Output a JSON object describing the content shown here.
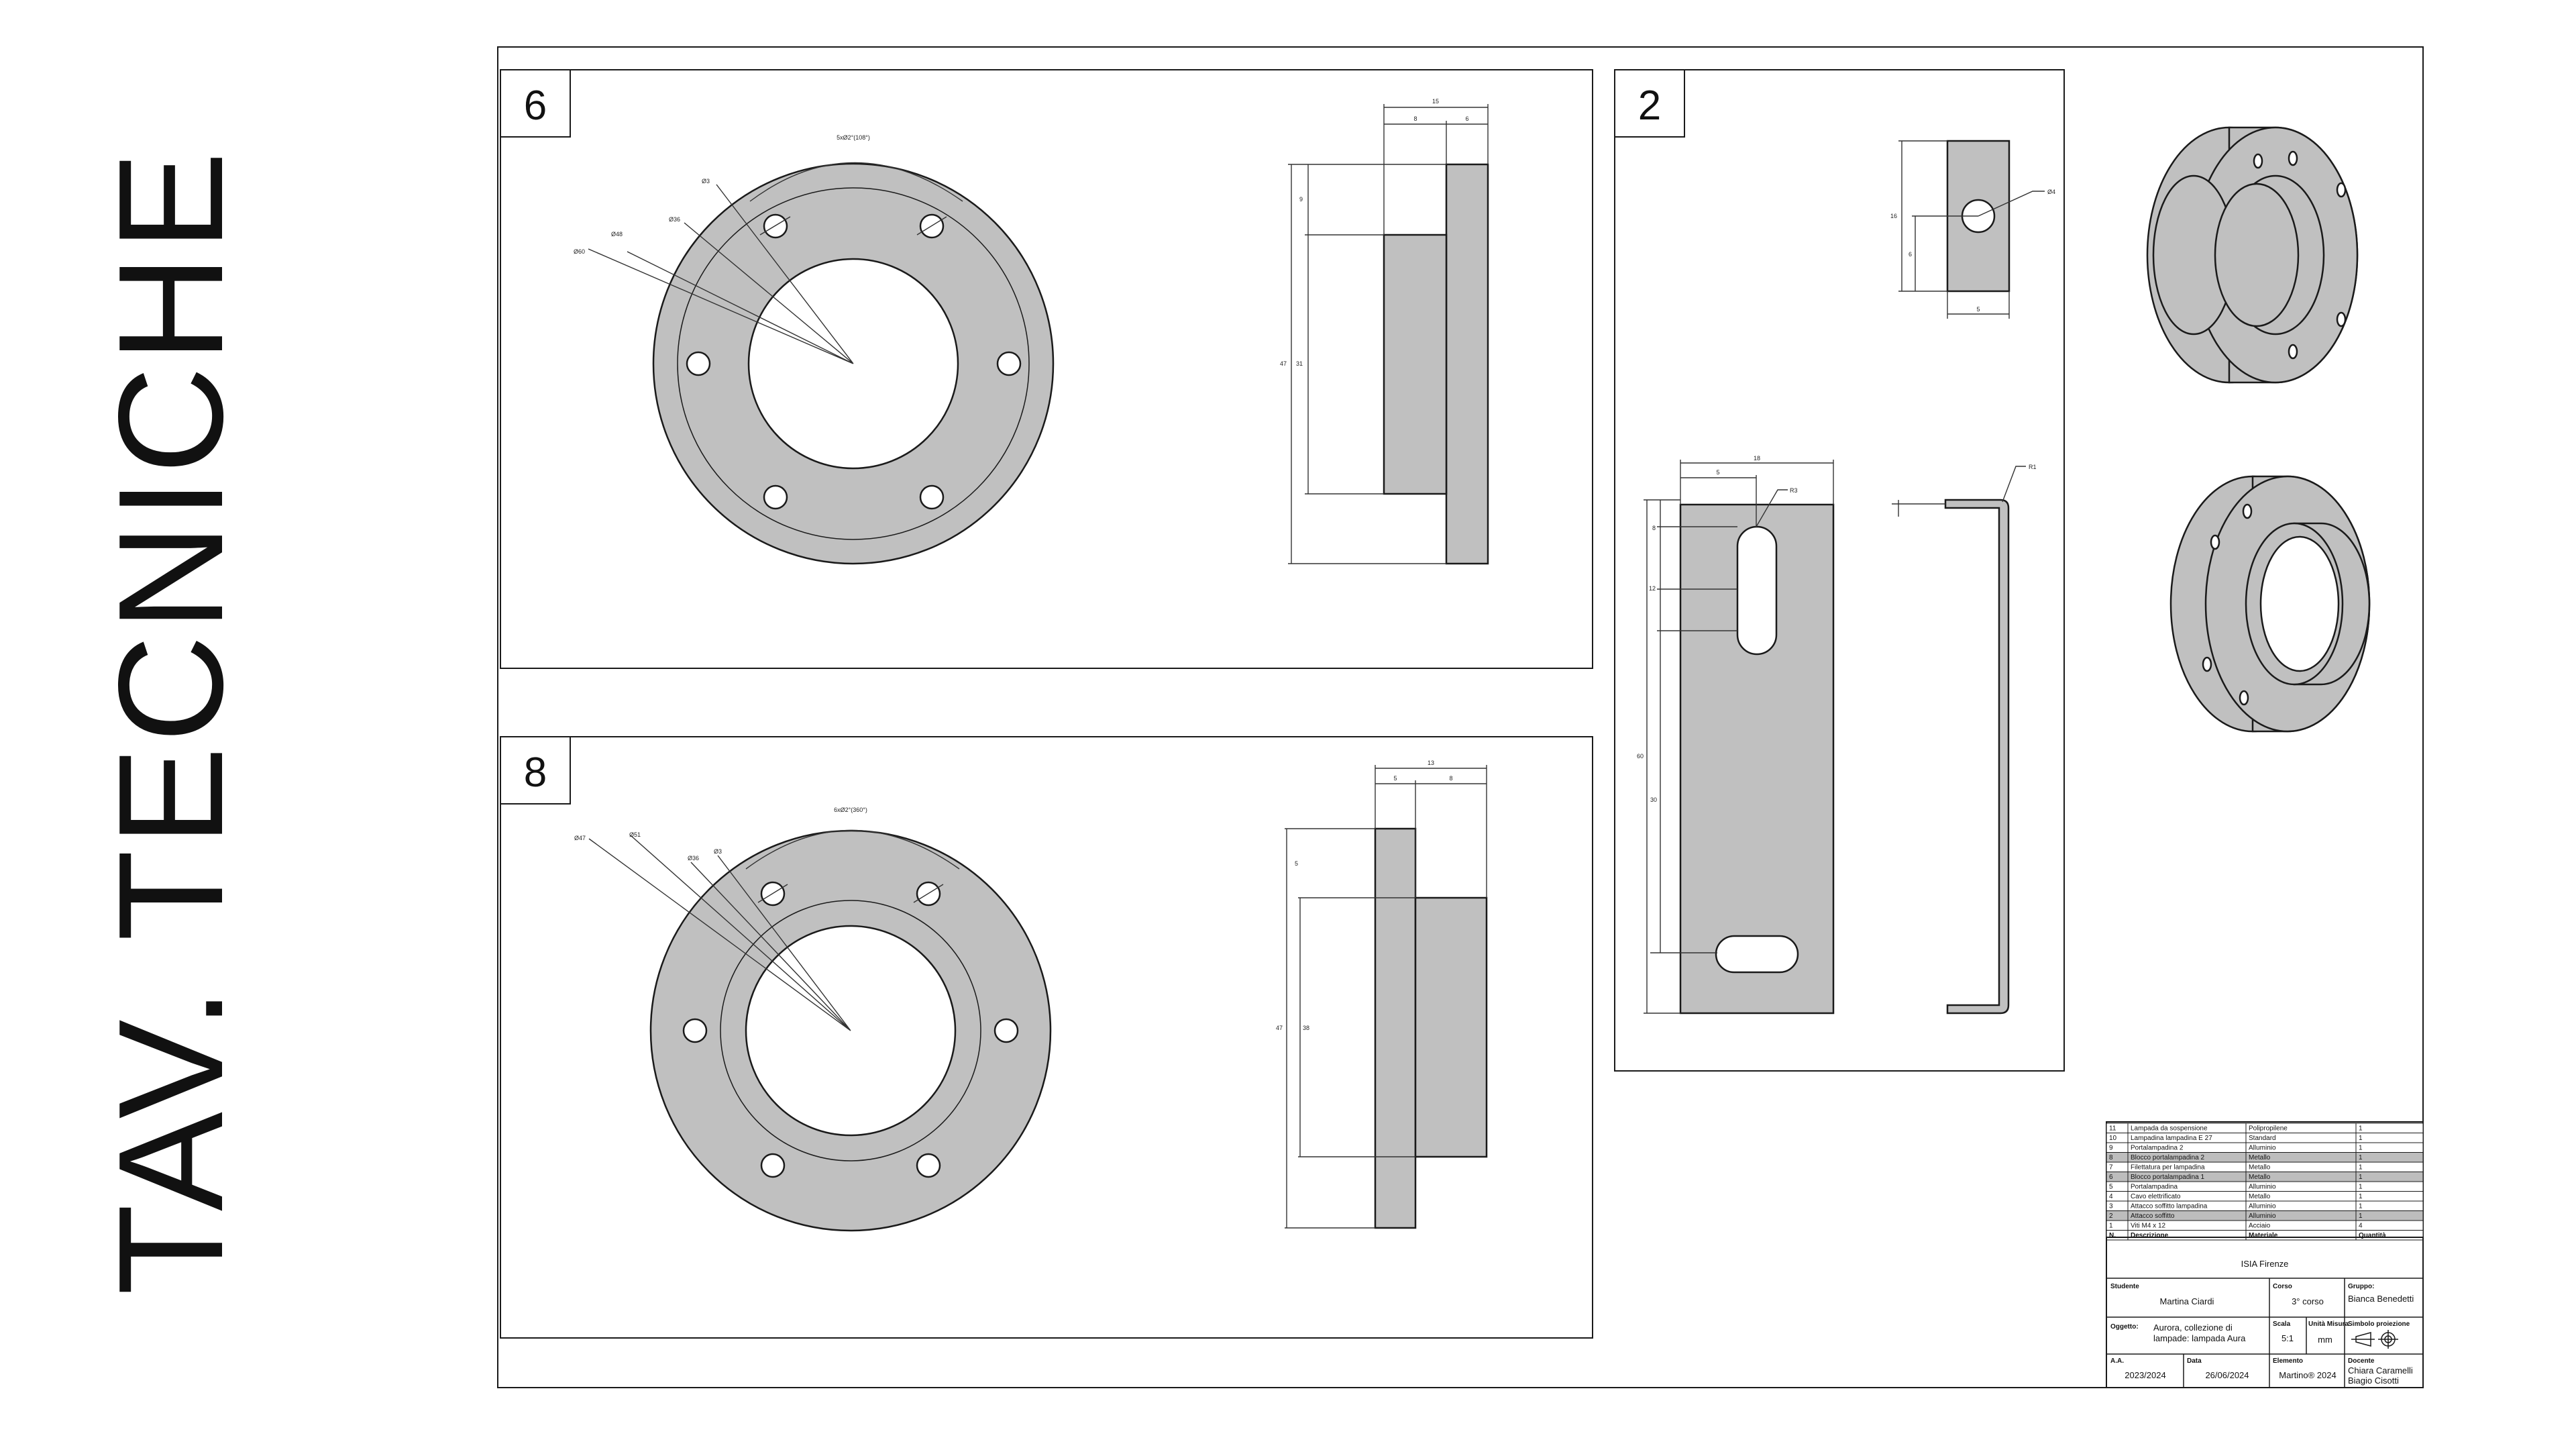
{
  "page_title": "TAV. TECNICHE",
  "panels": {
    "p6": {
      "number": "6"
    },
    "p8": {
      "number": "8"
    },
    "p2": {
      "number": "2"
    }
  },
  "colors": {
    "part_fill": "#c0c0c0",
    "line": "#1a1a1a",
    "dim_line": "#333333",
    "highlight_row": "#bdbdbd"
  },
  "dims": {
    "p6_front": {
      "pattern": "5xØ2°(108°)",
      "d1": "Ø3",
      "d2": "Ø36",
      "d3": "Ø48",
      "d4": "Ø60"
    },
    "p6_side": {
      "total": "15",
      "a": "8",
      "b": "6",
      "h1": "9",
      "h2": "31",
      "htot": "47"
    },
    "p8_front": {
      "pattern": "6xØ2°(360°)",
      "d1": "Ø47",
      "d2": "Ø51",
      "d3": "Ø36",
      "d4": "Ø3"
    },
    "p8_side": {
      "total": "13",
      "a": "5",
      "b": "8",
      "h1": "5",
      "h2": "38",
      "htot": "47"
    },
    "p2_block": {
      "hole": "Ø4",
      "h": "16",
      "h2": "6",
      "w": "5"
    },
    "p2_bracket": {
      "w": "18",
      "a": "5",
      "slot": "R3",
      "h1": "8",
      "h2": "12",
      "h3": "30",
      "htot": "60",
      "bend": "R1"
    }
  },
  "bom": {
    "rows": [
      {
        "n": "11",
        "desc": "Lampada da sospensione",
        "mat": "Polipropilene",
        "qty": "1",
        "hl": false
      },
      {
        "n": "10",
        "desc": "Lampadina lampadina E 27",
        "mat": "Standard",
        "qty": "1",
        "hl": false
      },
      {
        "n": "9",
        "desc": "Portalampadina 2",
        "mat": "Alluminio",
        "qty": "1",
        "hl": false
      },
      {
        "n": "8",
        "desc": "Blocco portalampadina 2",
        "mat": "Metallo",
        "qty": "1",
        "hl": true
      },
      {
        "n": "7",
        "desc": "Filettatura per lampadina",
        "mat": "Metallo",
        "qty": "1",
        "hl": false
      },
      {
        "n": "6",
        "desc": "Blocco portalampadina 1",
        "mat": "Metallo",
        "qty": "1",
        "hl": true
      },
      {
        "n": "5",
        "desc": "Portalampadina",
        "mat": "Alluminio",
        "qty": "1",
        "hl": false
      },
      {
        "n": "4",
        "desc": "Cavo elettrificato",
        "mat": "Metallo",
        "qty": "1",
        "hl": false
      },
      {
        "n": "3",
        "desc": "Attacco soffitto lampadina",
        "mat": "Alluminio",
        "qty": "1",
        "hl": false
      },
      {
        "n": "2",
        "desc": "Attacco soffitto",
        "mat": "Alluminio",
        "qty": "1",
        "hl": true
      },
      {
        "n": "1",
        "desc": "Viti M4 x 12",
        "mat": "Acciaio",
        "qty": "4",
        "hl": false
      }
    ],
    "header": {
      "n": "N.",
      "desc": "Descrizione",
      "mat": "Materiale",
      "qty": "Quantità"
    }
  },
  "title_block": {
    "school": "ISIA Firenze",
    "studente_label": "Studente",
    "studente": "Martina Ciardi",
    "corso_label": "Corso",
    "corso": "3° corso",
    "gruppo_label": "Gruppo:",
    "gruppo": "Bianca Benedetti",
    "oggetto_label": "Oggetto:",
    "oggetto_l1": "Aurora, collezione di",
    "oggetto_l2": "lampade: lampada Aura",
    "scala_label": "Scala",
    "scala": "5:1",
    "unita_label": "Unità Misura",
    "unita": "mm",
    "simbolo_label": "Simbolo proiezione",
    "aa_label": "A.A.",
    "aa": "2023/2024",
    "data_label": "Data",
    "data": "26/06/2024",
    "elemento_label": "Elemento",
    "elemento": "Martino® 2024",
    "docente_label": "Docente",
    "docente_l1": "Chiara Caramelli",
    "docente_l2": "Biagio Cisotti"
  }
}
